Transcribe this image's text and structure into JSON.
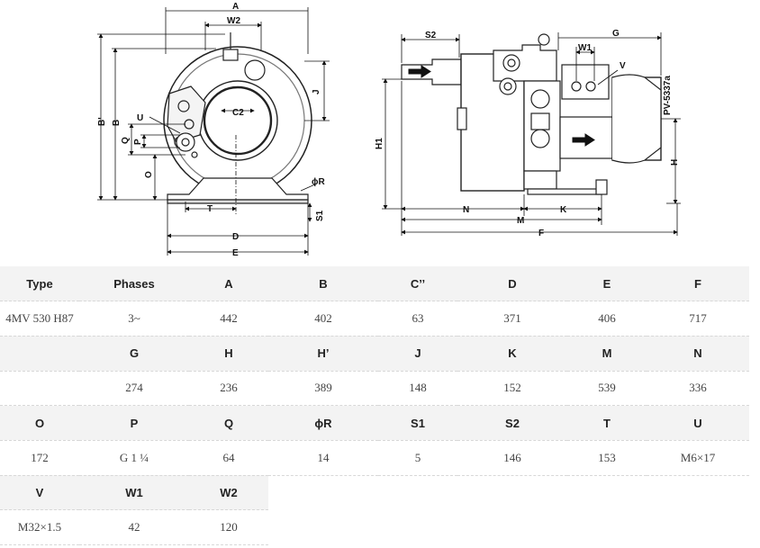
{
  "drawing": {
    "labels": {
      "A": "A",
      "W2": "W2",
      "J": "J",
      "C2": "C2",
      "B_prime": "B'",
      "B": "B",
      "U": "U",
      "Q": "Q",
      "P": "P",
      "O": "O",
      "phiR": "ϕR",
      "S1": "S1",
      "T": "T",
      "D": "D",
      "E": "E",
      "S2": "S2",
      "W1": "W1",
      "G": "G",
      "V": "V",
      "H1": "H1",
      "H": "H",
      "N": "N",
      "K": "K",
      "M": "M",
      "F": "F",
      "model_code": "PV-5337a"
    }
  },
  "table": {
    "rows": [
      {
        "headers": [
          "Type",
          "Phases",
          "A",
          "B",
          "C’’",
          "D",
          "E",
          "F"
        ],
        "values": [
          "4MV 530 H87",
          "3~",
          "442",
          "402",
          "63",
          "371",
          "406",
          "717"
        ]
      },
      {
        "headers": [
          "",
          "G",
          "H",
          "H’",
          "J",
          "K",
          "M",
          "N"
        ],
        "values": [
          "",
          "274",
          "236",
          "389",
          "148",
          "152",
          "539",
          "336"
        ]
      },
      {
        "headers": [
          "O",
          "P",
          "Q",
          "ϕR",
          "S1",
          "S2",
          "T",
          "U"
        ],
        "values": [
          "172",
          "G 1 ¼",
          "64",
          "14",
          "5",
          "146",
          "153",
          "M6×17"
        ]
      },
      {
        "headers": [
          "V",
          "W1",
          "W2"
        ],
        "values": [
          "M32×1.5",
          "42",
          "120"
        ]
      }
    ]
  }
}
